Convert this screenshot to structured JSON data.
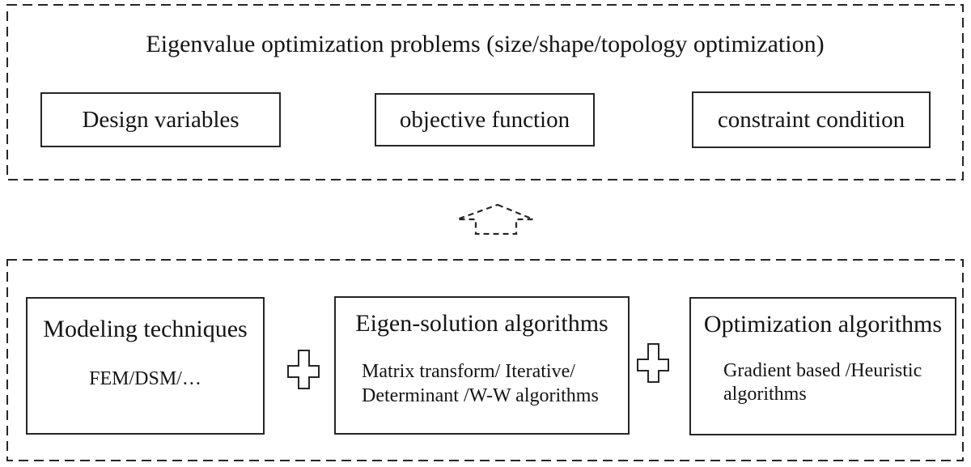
{
  "top_section": {
    "title": "Eigenvalue optimization problems (size/shape/topology optimization)",
    "boxes": [
      {
        "label": "Design variables"
      },
      {
        "label": "objective function"
      },
      {
        "label": "constraint condition"
      }
    ]
  },
  "connector": {
    "arrow_icon": "dashed-block-up-arrow",
    "plus_icon": "plus-connector"
  },
  "bottom_section": {
    "boxes": [
      {
        "title": "Modeling techniques",
        "lines": [
          "FEM/DSM/…"
        ]
      },
      {
        "title": "Eigen-solution algorithms",
        "lines": [
          "Matrix transform/ Iterative/",
          "Determinant /W-W algorithms"
        ]
      },
      {
        "title": "Optimization algorithms",
        "lines": [
          "Gradient based /Heuristic",
          "algorithms"
        ]
      }
    ]
  },
  "colors": {
    "line": "#262626",
    "text": "#141414",
    "background": "#ffffff"
  }
}
